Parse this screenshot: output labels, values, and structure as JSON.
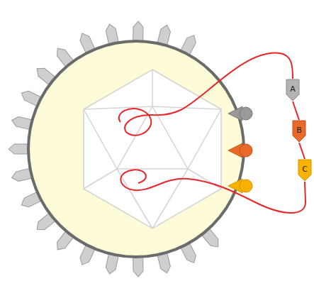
{
  "diagram": {
    "nodes": [
      {
        "text": [
          "A"
        ]
      },
      {
        "text": [
          "B"
        ]
      },
      {
        "text": [
          "C"
        ]
      }
    ],
    "edges": [
      {
        "from": 0,
        "to": 1,
        "arrow": "none"
      },
      {
        "from": 1,
        "to": 2,
        "arrow": "none"
      }
    ]
  }
}
